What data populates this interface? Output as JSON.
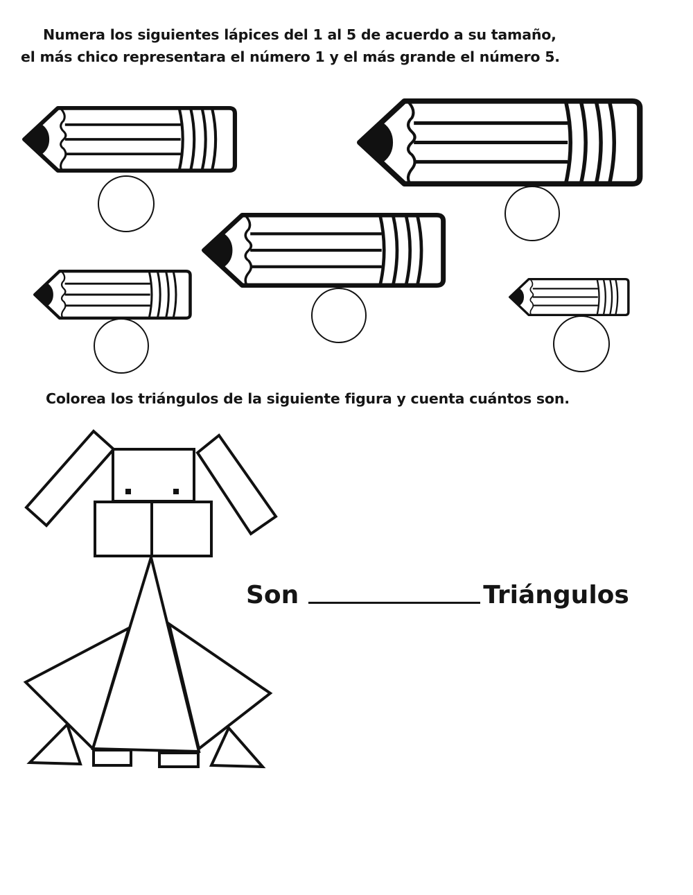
{
  "worksheet": {
    "section1": {
      "instruction_line1": "Numera los siguientes lápices  del 1 al 5 de acuerdo a su tamaño,",
      "instruction_line2": "el más chico representara el número 1 y el más grande el número 5.",
      "pencils": [
        {
          "id": "pencil-1",
          "position": "top-left",
          "size_rank_visual": "medium",
          "answer": ""
        },
        {
          "id": "pencil-2",
          "position": "top-right",
          "size_rank_visual": "largest",
          "answer": ""
        },
        {
          "id": "pencil-3",
          "position": "middle-center",
          "size_rank_visual": "large",
          "answer": ""
        },
        {
          "id": "pencil-4",
          "position": "bottom-left",
          "size_rank_visual": "small",
          "answer": ""
        },
        {
          "id": "pencil-5",
          "position": "bottom-right",
          "size_rank_visual": "smallest",
          "answer": ""
        }
      ]
    },
    "section2": {
      "instruction": "Colorea los triángulos de la siguiente figura y cuenta cuántos son.",
      "answer_prefix": "Son",
      "answer_value": "",
      "answer_suffix": "Triángulos",
      "figure": {
        "shapes": [
          "ear-rectangle-left",
          "ear-rectangle-right",
          "head-square",
          "eye-left",
          "eye-right",
          "mouth-rectangle-left",
          "mouth-rectangle-right",
          "body-triangle-large",
          "arm-triangle-left",
          "arm-triangle-right",
          "foot-triangle-left",
          "foot-triangle-right",
          "foot-rectangle-left",
          "foot-rectangle-right"
        ]
      }
    },
    "colors": {
      "ink": "#111111",
      "paper": "#ffffff"
    }
  }
}
